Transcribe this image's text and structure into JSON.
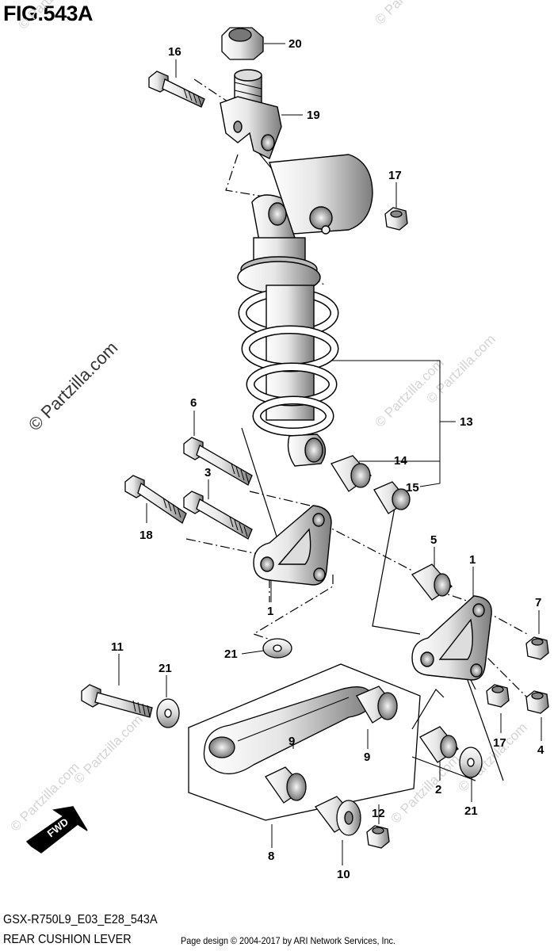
{
  "figure": {
    "title": "FIG.543A",
    "model_code": "GSX-R750L9_E03_E28_543A",
    "section_name": "REAR CUSHION LEVER",
    "copyright": "Page design © 2004-2017 by ARI Network Services, Inc."
  },
  "watermark": {
    "text": "© Partzilla.com",
    "faint_text": "© Partzilla.com"
  },
  "fwd_label": "FWD",
  "callouts": [
    {
      "id": "c20",
      "label": "20"
    },
    {
      "id": "c16",
      "label": "16"
    },
    {
      "id": "c19",
      "label": "19"
    },
    {
      "id": "c17a",
      "label": "17"
    },
    {
      "id": "c13",
      "label": "13"
    },
    {
      "id": "c6",
      "label": "6"
    },
    {
      "id": "c14",
      "label": "14"
    },
    {
      "id": "c3",
      "label": "3"
    },
    {
      "id": "c15",
      "label": "15"
    },
    {
      "id": "c18",
      "label": "18"
    },
    {
      "id": "c5",
      "label": "5"
    },
    {
      "id": "c1a",
      "label": "1"
    },
    {
      "id": "c1b",
      "label": "1"
    },
    {
      "id": "c7",
      "label": "7"
    },
    {
      "id": "c21a",
      "label": "21"
    },
    {
      "id": "c11",
      "label": "11"
    },
    {
      "id": "c21b",
      "label": "21"
    },
    {
      "id": "c17b",
      "label": "17"
    },
    {
      "id": "c4",
      "label": "4"
    },
    {
      "id": "c9a",
      "label": "9"
    },
    {
      "id": "c9b",
      "label": "9"
    },
    {
      "id": "c2",
      "label": "2"
    },
    {
      "id": "c12",
      "label": "12"
    },
    {
      "id": "c21c",
      "label": "21"
    },
    {
      "id": "c8",
      "label": "8"
    },
    {
      "id": "c10",
      "label": "10"
    }
  ]
}
